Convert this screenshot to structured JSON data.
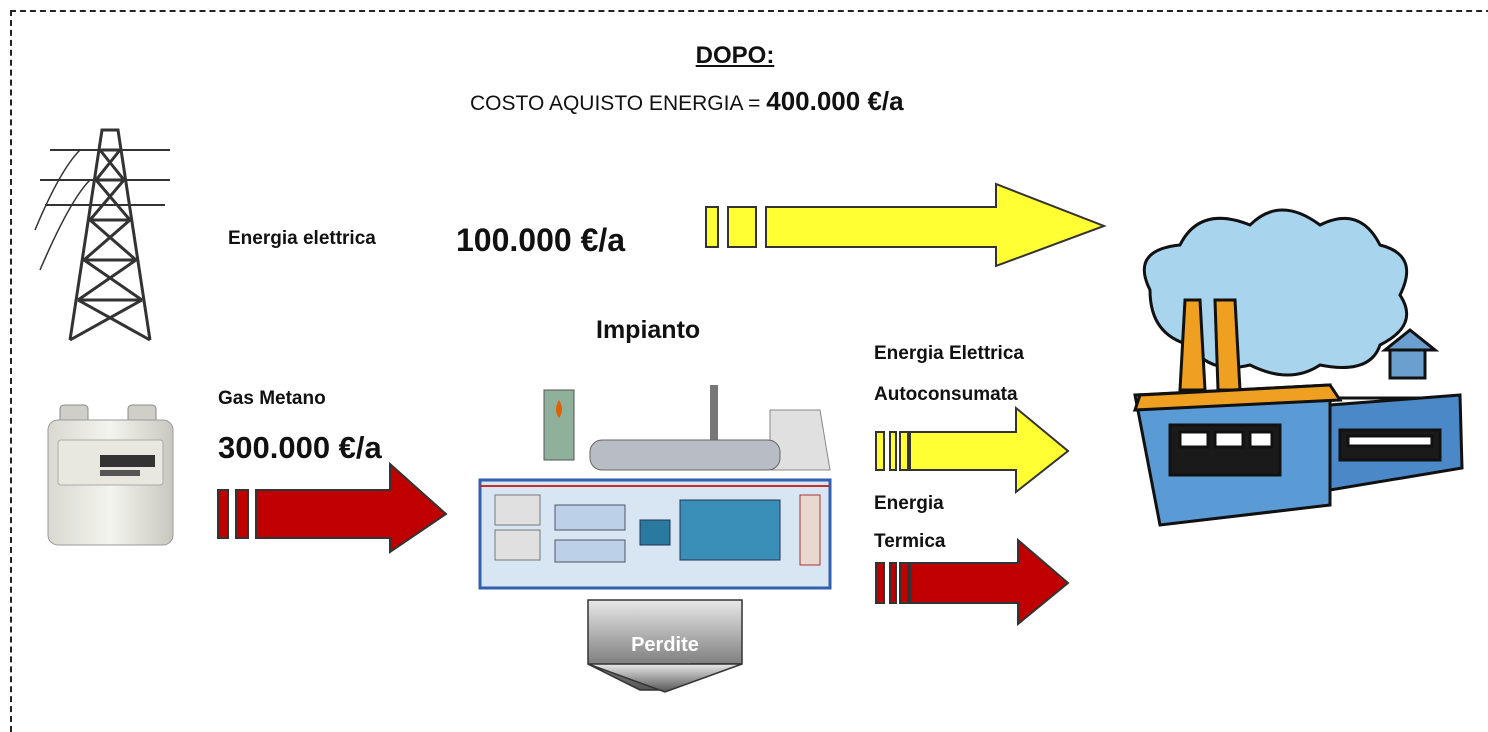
{
  "header": {
    "title": "DOPO:",
    "subtitle_prefix": "COSTO AQUISTO ENERGIA = ",
    "subtitle_value": "400.000 €/a"
  },
  "electric_input": {
    "label": "Energia elettrica",
    "value": "100.000 €/a"
  },
  "gas_input": {
    "label": "Gas Metano",
    "value": "300.000 €/a"
  },
  "plant": {
    "label": "Impianto",
    "losses_label": "Perdite"
  },
  "outputs": {
    "electric_line1": "Energia Elettrica",
    "electric_line2": "Autoconsumata",
    "thermal_line1": "Energia",
    "thermal_line2": "Termica"
  },
  "colors": {
    "electric_arrow": "#ffff33",
    "gas_arrow": "#c00000",
    "losses_arrow": "#7f7f7f"
  }
}
